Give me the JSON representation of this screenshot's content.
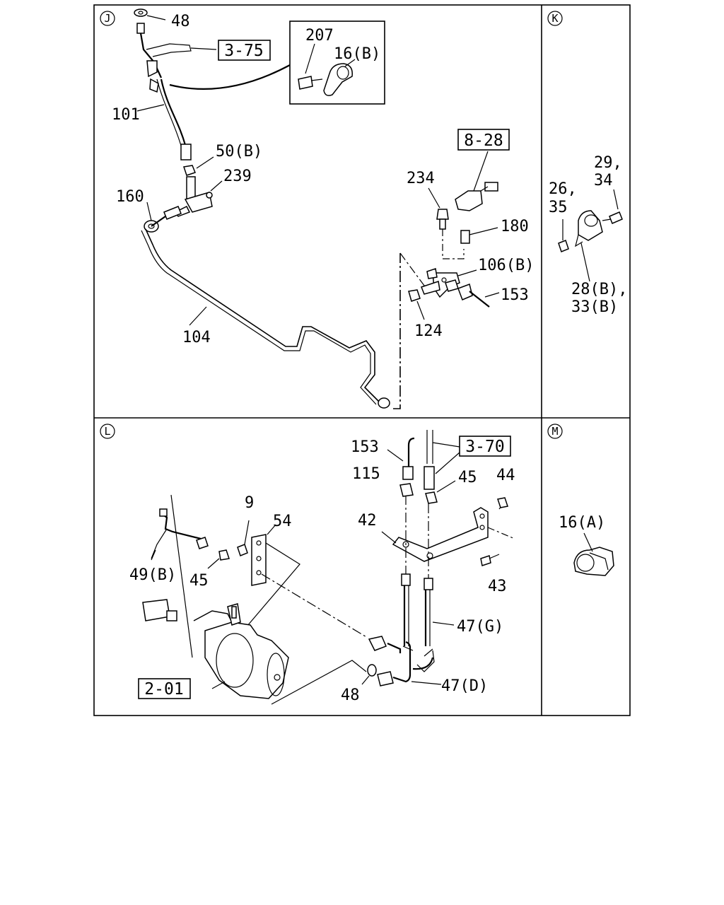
{
  "panels": {
    "J": {
      "letter": "J"
    },
    "K": {
      "letter": "K"
    },
    "L": {
      "letter": "L"
    },
    "M": {
      "letter": "M"
    }
  },
  "refs": {
    "r375": "3-75",
    "r828": "8-28",
    "r370": "3-70",
    "r201": "2-01"
  },
  "labels": {
    "l48a": "48",
    "l207": "207",
    "l16b": "16(B)",
    "l101": "101",
    "l50b": "50(B)",
    "l239": "239",
    "l160": "160",
    "l234": "234",
    "l180": "180",
    "l106b": "106(B)",
    "l153a": "153",
    "l124": "124",
    "l104": "104",
    "k2934a": "29,",
    "k2934b": "34",
    "k2635a": "26,",
    "k2635b": "35",
    "k2833a": "28(B),",
    "k2833b": "33(B)",
    "l153b": "153",
    "l115": "115",
    "l45a": "45",
    "l44": "44",
    "l42": "42",
    "l9": "9",
    "l54": "54",
    "l43": "43",
    "l49b": "49(B)",
    "l45b": "45",
    "l47g": "47(G)",
    "l47d": "47(D)",
    "l48b": "48",
    "m16a": "16(A)"
  }
}
